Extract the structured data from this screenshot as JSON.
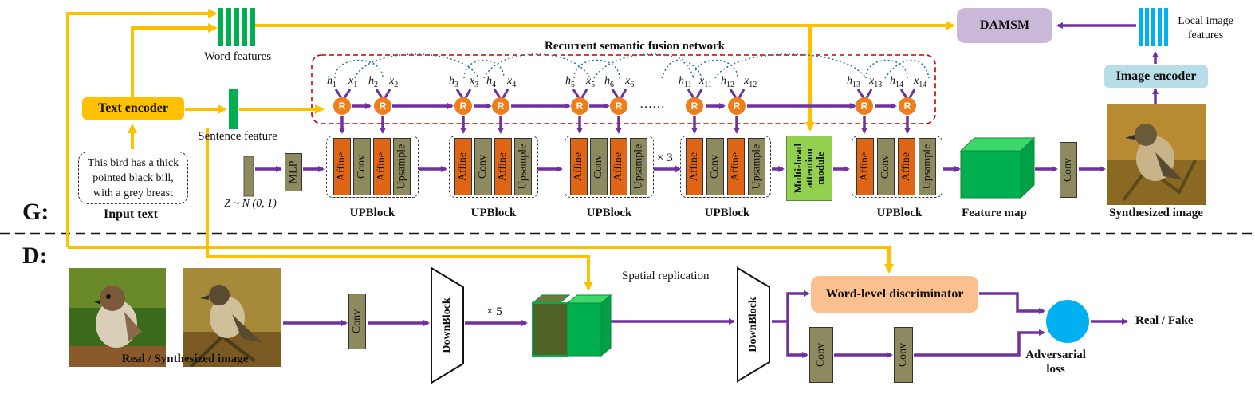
{
  "section_labels": {
    "generator": "G:",
    "discriminator": "D:"
  },
  "text_encoder": "Text encoder",
  "input_text_lines": [
    "This bird has a thick",
    "pointed black bill,",
    "with a grey breast"
  ],
  "input_text_caption": "Input text",
  "word_features": "Word features",
  "sentence_feature": "Sentence feature",
  "noise_label": "Z ~ N (0, 1)",
  "mlp": "MLP",
  "rsfn_title": "Recurrent semantic fusion network",
  "r_node": "R",
  "h_labels": [
    "1",
    "2",
    "3",
    "4",
    "5",
    "6",
    "11",
    "12",
    "13",
    "14"
  ],
  "ellipsis": "……",
  "upblock": {
    "affine": "Affine",
    "conv": "Conv",
    "upsample": "Upsample",
    "caption": "UPBlock"
  },
  "times3": "× 3",
  "attention": [
    "Multi-head",
    "attention",
    "module"
  ],
  "feature_map": "Feature map",
  "conv": "Conv",
  "synthesized_image": "Synthesized image",
  "image_encoder": "Image encoder",
  "local_features": [
    "Local image",
    "features"
  ],
  "damsm": "DAMSM",
  "real_synth_caption": "Real / Synthesized image",
  "downblock": "DownBlock",
  "times5": "× 5",
  "spatial_replication": "Spatial replication",
  "word_level_disc": "Word-level discriminator",
  "adversarial_loss": [
    "Adversarial",
    "loss"
  ],
  "real_fake": "Real / Fake",
  "colors": {
    "arrow_purple": "#7030a0",
    "arrow_yellow": "#ffc000",
    "green": "#00b050",
    "orange": "#e06616",
    "olive": "#8e8a5f",
    "damsm": "#c9b8d8",
    "image_encoder": "#b6dde8",
    "attention": "#92d050",
    "word_disc": "#fac090",
    "loss": "#00b0f0",
    "local_bars": "#00b0f0",
    "rsfn_border": "#c00000"
  }
}
